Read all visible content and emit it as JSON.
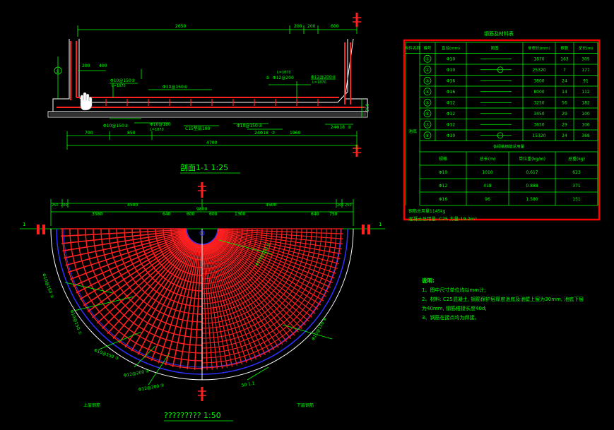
{
  "section": {
    "title": "剖面1-1 1:25",
    "top_dims": [
      "2650",
      "200",
      "200",
      "600"
    ],
    "left_dims": [
      "200",
      "400"
    ],
    "bottom_dims": [
      "700",
      "850",
      "1960"
    ],
    "total_dim": "4700",
    "right_dim": "250",
    "concrete_label": "C15垫层100",
    "labels": [
      {
        "text": "Φ10@150",
        "num": "①",
        "sub": "L=1870"
      },
      {
        "text": "Φ10@150",
        "num": "⑥",
        "sub": ""
      },
      {
        "text": "Φ10@150",
        "num": "②",
        "sub": ""
      },
      {
        "text": "Φ10@180",
        "num": "",
        "sub": "L=1870"
      },
      {
        "text": "Φ12@200",
        "num": "⑤",
        "sub": "L=1870"
      },
      {
        "text": "Φ12@200",
        "num": "④",
        "sub": "L=1870"
      },
      {
        "text": "Φ10@150",
        "num": "④",
        "sub": ""
      },
      {
        "text": "24Φ18",
        "num": "⑦",
        "sub": ""
      },
      {
        "text": "24Φ18",
        "num": "⑧",
        "sub": ""
      }
    ],
    "marker": "①"
  },
  "plan": {
    "title": "????????? 1:50",
    "top_dims_left": [
      "250",
      "200",
      "4500"
    ],
    "top_dims_right": [
      "4500",
      "200",
      "250"
    ],
    "sub_dims_left": [
      "3580",
      "640",
      "600"
    ],
    "center_dim": "9800",
    "sub_dims_right": [
      "600",
      "1300",
      "640",
      "750"
    ],
    "section_mark": "1",
    "left_labels": [
      "Φ10@150 ②",
      "Φ10@150 ①",
      "Φ10@150 ③",
      "Φ12@200 ④",
      "Φ12@200 ⑤"
    ],
    "right_labels": [
      "Φ10@150 ①",
      "Φ10@150 ⑥",
      "50 1.1"
    ],
    "upper_label": "上层钢筋",
    "lower_label": "下层钢筋"
  },
  "table": {
    "title": "钢筋及材料表",
    "headers": [
      "构件名称",
      "编号",
      "直径(mm)",
      "简图",
      "单根长(mm)",
      "根数",
      "总长(m)"
    ],
    "member_name": "池底",
    "rows": [
      [
        "①",
        "Φ10",
        "",
        "1870",
        "163",
        "305"
      ],
      [
        "②",
        "Φ10",
        "",
        "25320",
        "7",
        "177"
      ],
      [
        "③",
        "Φ16",
        "",
        "3800",
        "24",
        "91"
      ],
      [
        "④",
        "Φ16",
        "",
        "8000",
        "14",
        "112"
      ],
      [
        "⑤",
        "Φ12",
        "",
        "3250",
        "56",
        "182"
      ],
      [
        "⑥",
        "Φ12",
        "",
        "3450",
        "29",
        "100"
      ],
      [
        "⑦",
        "Φ12",
        "",
        "3650",
        "29",
        "106"
      ],
      [
        "⑧",
        "Φ10",
        "",
        "15320",
        "24",
        "368"
      ]
    ],
    "summary_title": "各规格钢筋总用量",
    "summary_headers": [
      "规格",
      "总长(m)",
      "单位重(kg/m)",
      "总重(kg)"
    ],
    "summary_rows": [
      [
        "Φ10",
        "1010",
        "0.617",
        "623"
      ],
      [
        "Φ12",
        "418",
        "0.888",
        "371"
      ],
      [
        "Φ16",
        "96",
        "1.580",
        "151"
      ]
    ],
    "footer1": "钢筋总用量1145kg",
    "footer2": "混凝土总用量: C25  方量:19.2m³"
  },
  "notes": {
    "title": "说明:",
    "items": [
      "1、图中尺寸单位均以mm计;",
      "2、材料: C25混凝土, 钢筋保护层厚度池底及池壁上层为30mm, 池底下层",
      "为40mm, 钢筋搭接长度40d;",
      "3、钢筋在接点均为焊接。"
    ]
  },
  "colors": {
    "bg": "#000000",
    "line": "#00ff00",
    "rebar": "#ff2020",
    "edge": "#3030ff",
    "border": "#ff0000"
  }
}
